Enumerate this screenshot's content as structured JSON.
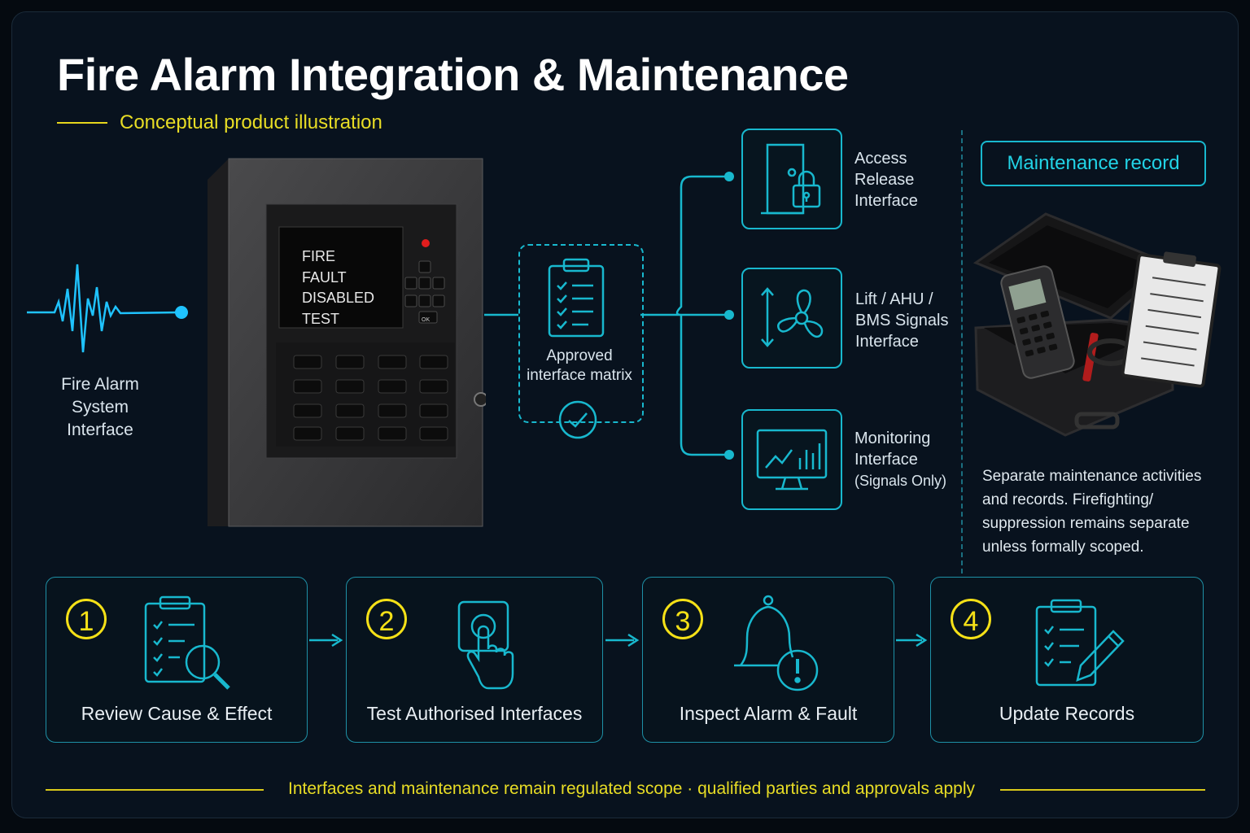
{
  "header": {
    "title": "Fire Alarm Integration & Maintenance",
    "subtitle": "Conceptual product illustration"
  },
  "source": {
    "label_lines": [
      "Fire Alarm",
      "System",
      "Interface"
    ]
  },
  "panel": {
    "screen_lines": [
      "FIRE",
      "FAULT",
      "DISABLED",
      "TEST"
    ],
    "ok_key": "OK"
  },
  "matrix": {
    "label_lines": [
      "Approved",
      "interface matrix"
    ]
  },
  "interfaces": [
    {
      "icon": "door-lock-icon",
      "label_lines": [
        "Access",
        "Release",
        "Interface"
      ]
    },
    {
      "icon": "fan-icon",
      "label_lines": [
        "Lift / AHU /",
        "BMS Signals",
        "Interface"
      ]
    },
    {
      "icon": "monitor-chart-icon",
      "label_lines": [
        "Monitoring",
        "Interface",
        "(Signals Only)"
      ]
    }
  ],
  "maintenance": {
    "title": "Maintenance record",
    "description": "Separate maintenance activities and records. Firefighting/ suppression remains separate unless formally scoped."
  },
  "steps": [
    {
      "number": "1",
      "label": "Review Cause & Effect",
      "icon": "clipboard-search-icon"
    },
    {
      "number": "2",
      "label": "Test Authorised Interfaces",
      "icon": "touch-button-icon"
    },
    {
      "number": "3",
      "label": "Inspect Alarm & Fault",
      "icon": "bell-alert-icon"
    },
    {
      "number": "4",
      "label": "Update Records",
      "icon": "clipboard-pen-icon"
    }
  ],
  "footer": {
    "text": "Interfaces and maintenance remain regulated scope · qualified parties and approvals apply"
  },
  "colors": {
    "accent": "#18b8ce",
    "highlight": "#f5e117",
    "background": "#08121e"
  }
}
